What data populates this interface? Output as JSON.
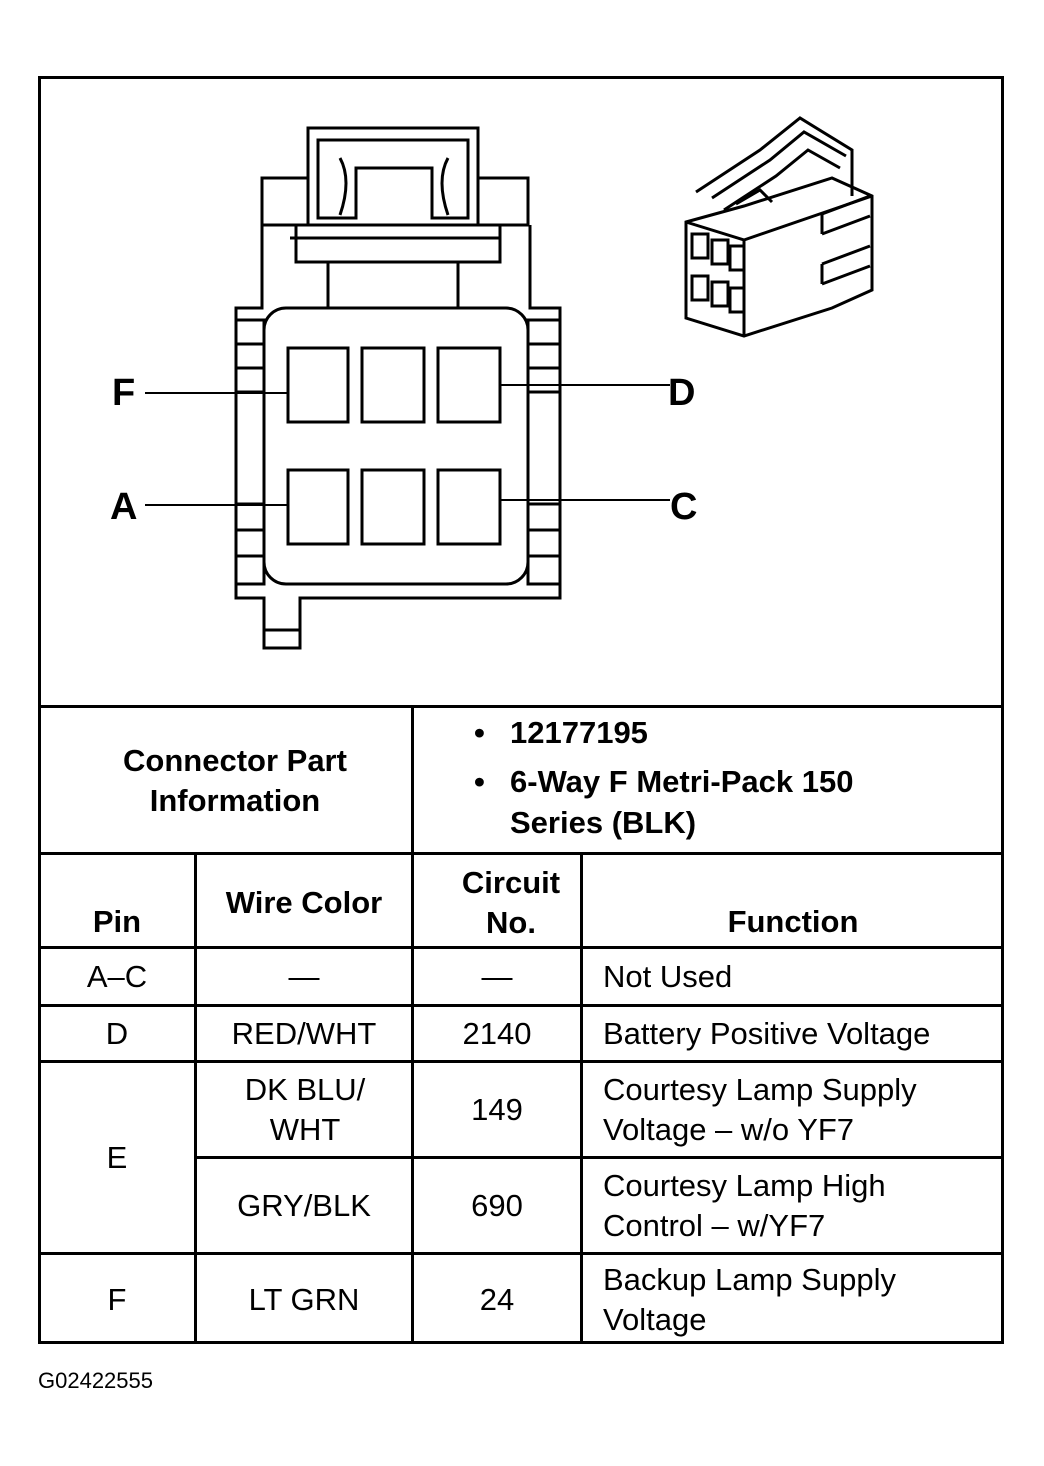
{
  "connector": {
    "pin_labels": {
      "top_left": "F",
      "top_right": "D",
      "bottom_left": "A",
      "bottom_right": "C"
    }
  },
  "part_info": {
    "label": "Connector Part Information",
    "items": [
      "12177195",
      "6-Way F Metri-Pack 150 Series (BLK)"
    ]
  },
  "table": {
    "headers": {
      "pin": "Pin",
      "wire_color": "Wire Color",
      "circuit": "Circuit No.",
      "function": "Function"
    },
    "rows": [
      {
        "pin": "A–C",
        "wire": "—",
        "circuit": "—",
        "function": "Not Used"
      },
      {
        "pin": "D",
        "wire": "RED/WHT",
        "circuit": "2140",
        "function": "Battery Positive Voltage"
      },
      {
        "pin": "E",
        "wire": "DK BLU/ WHT",
        "circuit": "149",
        "function": "Courtesy Lamp Supply Voltage – w/o YF7"
      },
      {
        "pin": "",
        "wire": "GRY/BLK",
        "circuit": "690",
        "function": "Courtesy Lamp High Control – w/YF7"
      },
      {
        "pin": "F",
        "wire": "LT GRN",
        "circuit": "24",
        "function": "Backup Lamp Supply Voltage"
      }
    ]
  },
  "figure_id": "G02422555"
}
